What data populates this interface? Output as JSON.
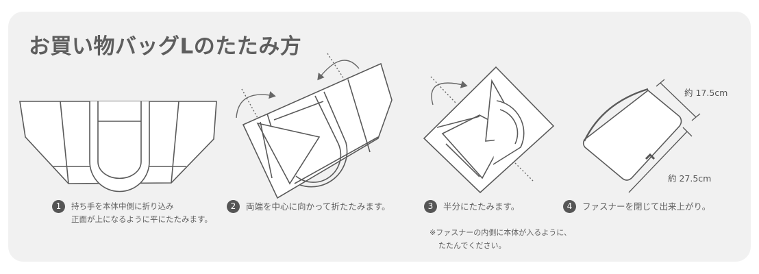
{
  "title": "お買い物バッグLのたたみ方",
  "colors": {
    "panel_bg": "#f1f1f1",
    "line": "#555555",
    "fill": "#ffffff",
    "badge": "#555555",
    "text": "#606060"
  },
  "steps": [
    {
      "number": "1",
      "lines": [
        "持ち手を本体中側に折り込み",
        "正面が上になるように平にたたみます。"
      ],
      "illustration": "flat-bag-front"
    },
    {
      "number": "2",
      "lines": [
        "両端を中心に向かって折たたみます。"
      ],
      "illustration": "fold-both-ends"
    },
    {
      "number": "3",
      "lines": [
        "半分にたたみます。"
      ],
      "illustration": "fold-in-half"
    },
    {
      "number": "4",
      "lines": [
        "ファスナーを閉じて出来上がり。"
      ],
      "illustration": "closed-pouch"
    }
  ],
  "note": {
    "line1": "※ファスナーの内側に本体が入るように、",
    "line2": "たたんでください。"
  },
  "dimensions": {
    "width": "約 17.5cm",
    "length": "約 27.5cm"
  }
}
